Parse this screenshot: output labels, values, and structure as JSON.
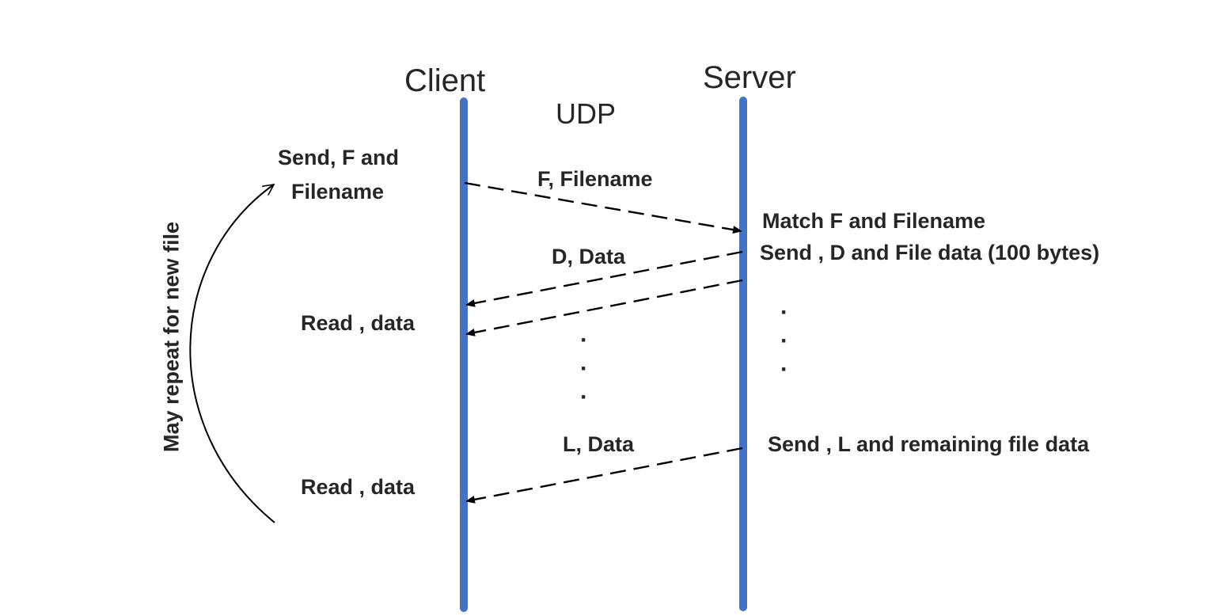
{
  "actors": {
    "client": "Client",
    "server": "Server"
  },
  "protocol": "UDP",
  "client_notes": {
    "send_request_line1": "Send, F and",
    "send_request_line2": "Filename",
    "read_data_1": "Read , data",
    "read_data_2": "Read , data"
  },
  "server_notes": {
    "match": "Match F and Filename",
    "send_data": "Send , D and File data (100 bytes)",
    "send_last": "Send , L and remaining file data"
  },
  "messages": {
    "request": "F, Filename",
    "data": "D, Data",
    "last": "L, Data"
  },
  "loop_label": "May repeat for new file",
  "ellipsis": [
    "·",
    "·",
    "·"
  ],
  "colors": {
    "lifeline": "#4472C4",
    "text": "#262626",
    "arrow": "#000000"
  }
}
